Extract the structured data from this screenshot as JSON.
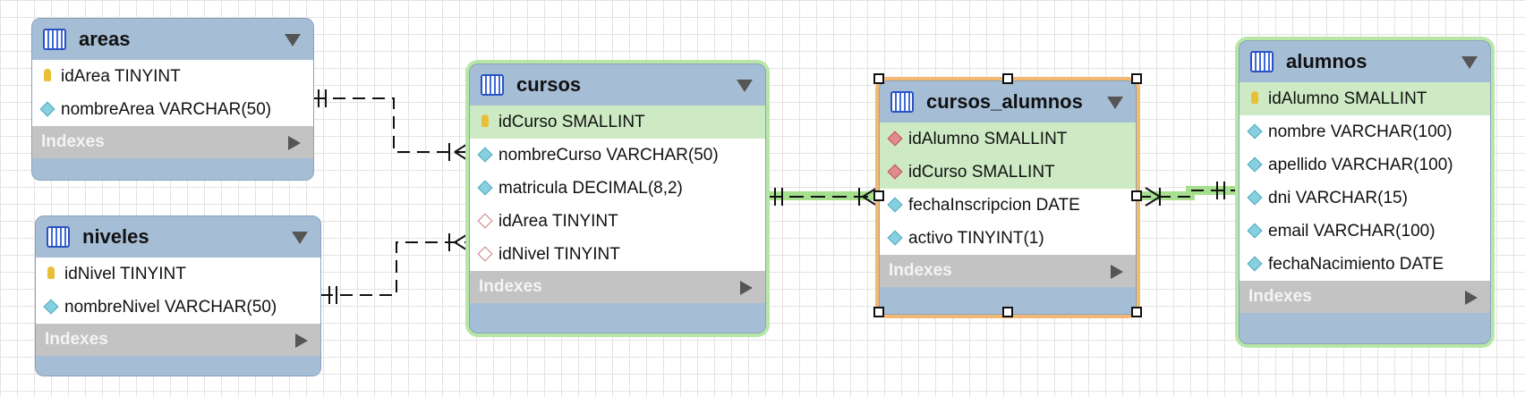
{
  "diagram": {
    "tables": [
      {
        "id": "areas",
        "title": "areas",
        "selection": "none",
        "columns": [
          {
            "label": "idArea TINYINT",
            "icon": "primary-key-icon"
          },
          {
            "label": "nombreArea VARCHAR(50)",
            "icon": "attribute-diamond-icon"
          }
        ],
        "indexes_label": "Indexes"
      },
      {
        "id": "niveles",
        "title": "niveles",
        "selection": "none",
        "columns": [
          {
            "label": "idNivel TINYINT",
            "icon": "primary-key-icon"
          },
          {
            "label": "nombreNivel VARCHAR(50)",
            "icon": "attribute-diamond-icon"
          }
        ],
        "indexes_label": "Indexes"
      },
      {
        "id": "cursos",
        "title": "cursos",
        "selection": "green",
        "columns": [
          {
            "label": "idCurso SMALLINT",
            "icon": "primary-key-icon"
          },
          {
            "label": "nombreCurso VARCHAR(50)",
            "icon": "attribute-diamond-icon"
          },
          {
            "label": "matricula DECIMAL(8,2)",
            "icon": "attribute-diamond-icon"
          },
          {
            "label": "idArea TINYINT",
            "icon": "foreign-key-hollow-icon"
          },
          {
            "label": "idNivel TINYINT",
            "icon": "foreign-key-hollow-icon"
          }
        ],
        "indexes_label": "Indexes"
      },
      {
        "id": "cursos_alumnos",
        "title": "cursos_alumnos",
        "selection": "orange",
        "columns": [
          {
            "label": "idAlumno SMALLINT",
            "icon": "foreign-key-red-icon"
          },
          {
            "label": "idCurso SMALLINT",
            "icon": "foreign-key-red-icon"
          },
          {
            "label": "fechaInscripcion DATE",
            "icon": "attribute-diamond-icon"
          },
          {
            "label": "activo TINYINT(1)",
            "icon": "attribute-diamond-icon"
          }
        ],
        "indexes_label": "Indexes"
      },
      {
        "id": "alumnos",
        "title": "alumnos",
        "selection": "green",
        "columns": [
          {
            "label": "idAlumno SMALLINT",
            "icon": "primary-key-icon"
          },
          {
            "label": "nombre VARCHAR(100)",
            "icon": "attribute-diamond-icon"
          },
          {
            "label": "apellido VARCHAR(100)",
            "icon": "attribute-diamond-icon"
          },
          {
            "label": "dni VARCHAR(15)",
            "icon": "attribute-diamond-icon"
          },
          {
            "label": "email VARCHAR(100)",
            "icon": "attribute-diamond-icon"
          },
          {
            "label": "fechaNacimiento DATE",
            "icon": "attribute-diamond-icon"
          }
        ],
        "indexes_label": "Indexes"
      }
    ],
    "relationships": [
      {
        "from": "areas",
        "to": "cursos",
        "from_end": "one-mandatory",
        "to_end": "one-or-many",
        "style": "dashed",
        "highlight": false
      },
      {
        "from": "niveles",
        "to": "cursos",
        "from_end": "one-mandatory",
        "to_end": "one-or-many",
        "style": "dashed",
        "highlight": false
      },
      {
        "from": "cursos",
        "to": "cursos_alumnos",
        "from_end": "one-mandatory",
        "to_end": "one-or-many",
        "style": "dashed",
        "highlight": true
      },
      {
        "from": "alumnos",
        "to": "cursos_alumnos",
        "from_end": "one-mandatory",
        "to_end": "one-or-many",
        "style": "dashed",
        "highlight": true
      }
    ],
    "colors": {
      "header": "#a5bed6",
      "key_row": "#cdeac4",
      "indexes_bar": "#c3c3c3",
      "selection_green": "#b7e6a6",
      "selection_orange": "#f3b872",
      "grid": "#e3e3e3"
    }
  }
}
